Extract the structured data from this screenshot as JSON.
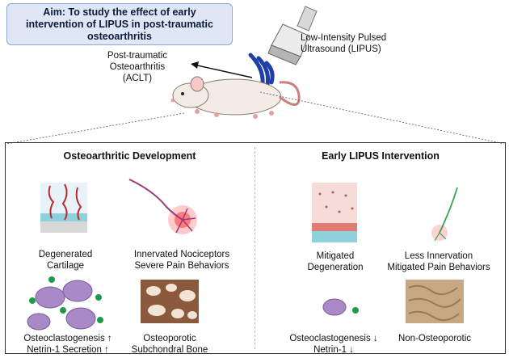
{
  "aim": {
    "line1": "Aim: To study the effect of early",
    "line2": "intervention of LIPUS in post-traumatic",
    "line3": "osteoarthritis"
  },
  "model": {
    "line1": "Post-traumatic",
    "line2": "Osteoarthritis",
    "line3": "(ACLT)"
  },
  "lipus": {
    "line1": "Low-Intensity Pulsed",
    "line2": "Ultrasound (LIPUS)"
  },
  "left_panel": {
    "title": "Osteoarthritic Development",
    "cartilage": {
      "line1": "Degenerated",
      "line2": "Cartilage"
    },
    "nociceptors": {
      "line1": "Innervated Nociceptors",
      "line2": "Severe Pain Behaviors"
    },
    "osteoclast": {
      "line1": "Osteoclastogenesis ↑",
      "line2": "Netrin-1 Secretion ↑"
    },
    "bone": {
      "line1": "Osteoporotic",
      "line2": "Subchondral Bone"
    }
  },
  "right_panel": {
    "title": "Early LIPUS Intervention",
    "cartilage": {
      "line1": "Mitigated",
      "line2": "Degeneration"
    },
    "nociceptors": {
      "line1": "Less Innervation",
      "line2": "Mitigated Pain Behaviors"
    },
    "osteoclast": {
      "line1": "Osteoclastogenesis ↓",
      "line2": "Netrin-1 ↓"
    },
    "bone": {
      "line1": "Non-Osteoporotic"
    }
  },
  "colors": {
    "aim_bg": "#dfe7f6",
    "ultrasound_wave": "#1f3ea8",
    "osteoclast": "#a98ac6",
    "netrin": "#1e9a4d",
    "bone": "#8b5a3c"
  }
}
